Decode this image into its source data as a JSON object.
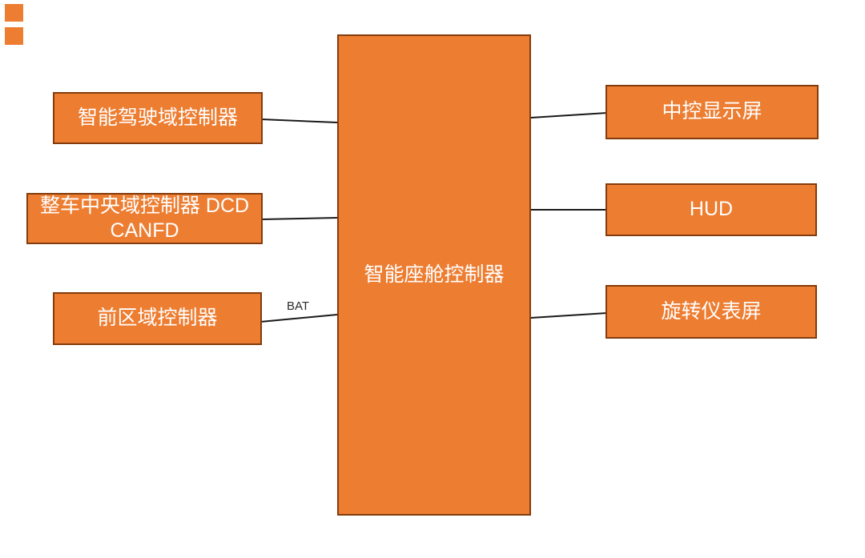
{
  "diagram": {
    "center_node": {
      "label": "智能座舱控制器"
    },
    "left_nodes": [
      {
        "label": "智能驾驶域控制器"
      },
      {
        "label": "整车中央域控制器 DCD CANFD"
      },
      {
        "label": "前区域控制器"
      }
    ],
    "right_nodes": [
      {
        "label": "中控显示屏"
      },
      {
        "label": "HUD"
      },
      {
        "label": "旋转仪表屏"
      }
    ],
    "edge_labels": {
      "bat": "BAT"
    },
    "colors": {
      "node_fill": "#ED7D31",
      "node_border": "#843C0C",
      "edge_stroke": "#1A1A1A",
      "node_text": "#FFFFFF",
      "edge_label_text": "#2B2B2B",
      "background": "#FFFFFF"
    }
  }
}
